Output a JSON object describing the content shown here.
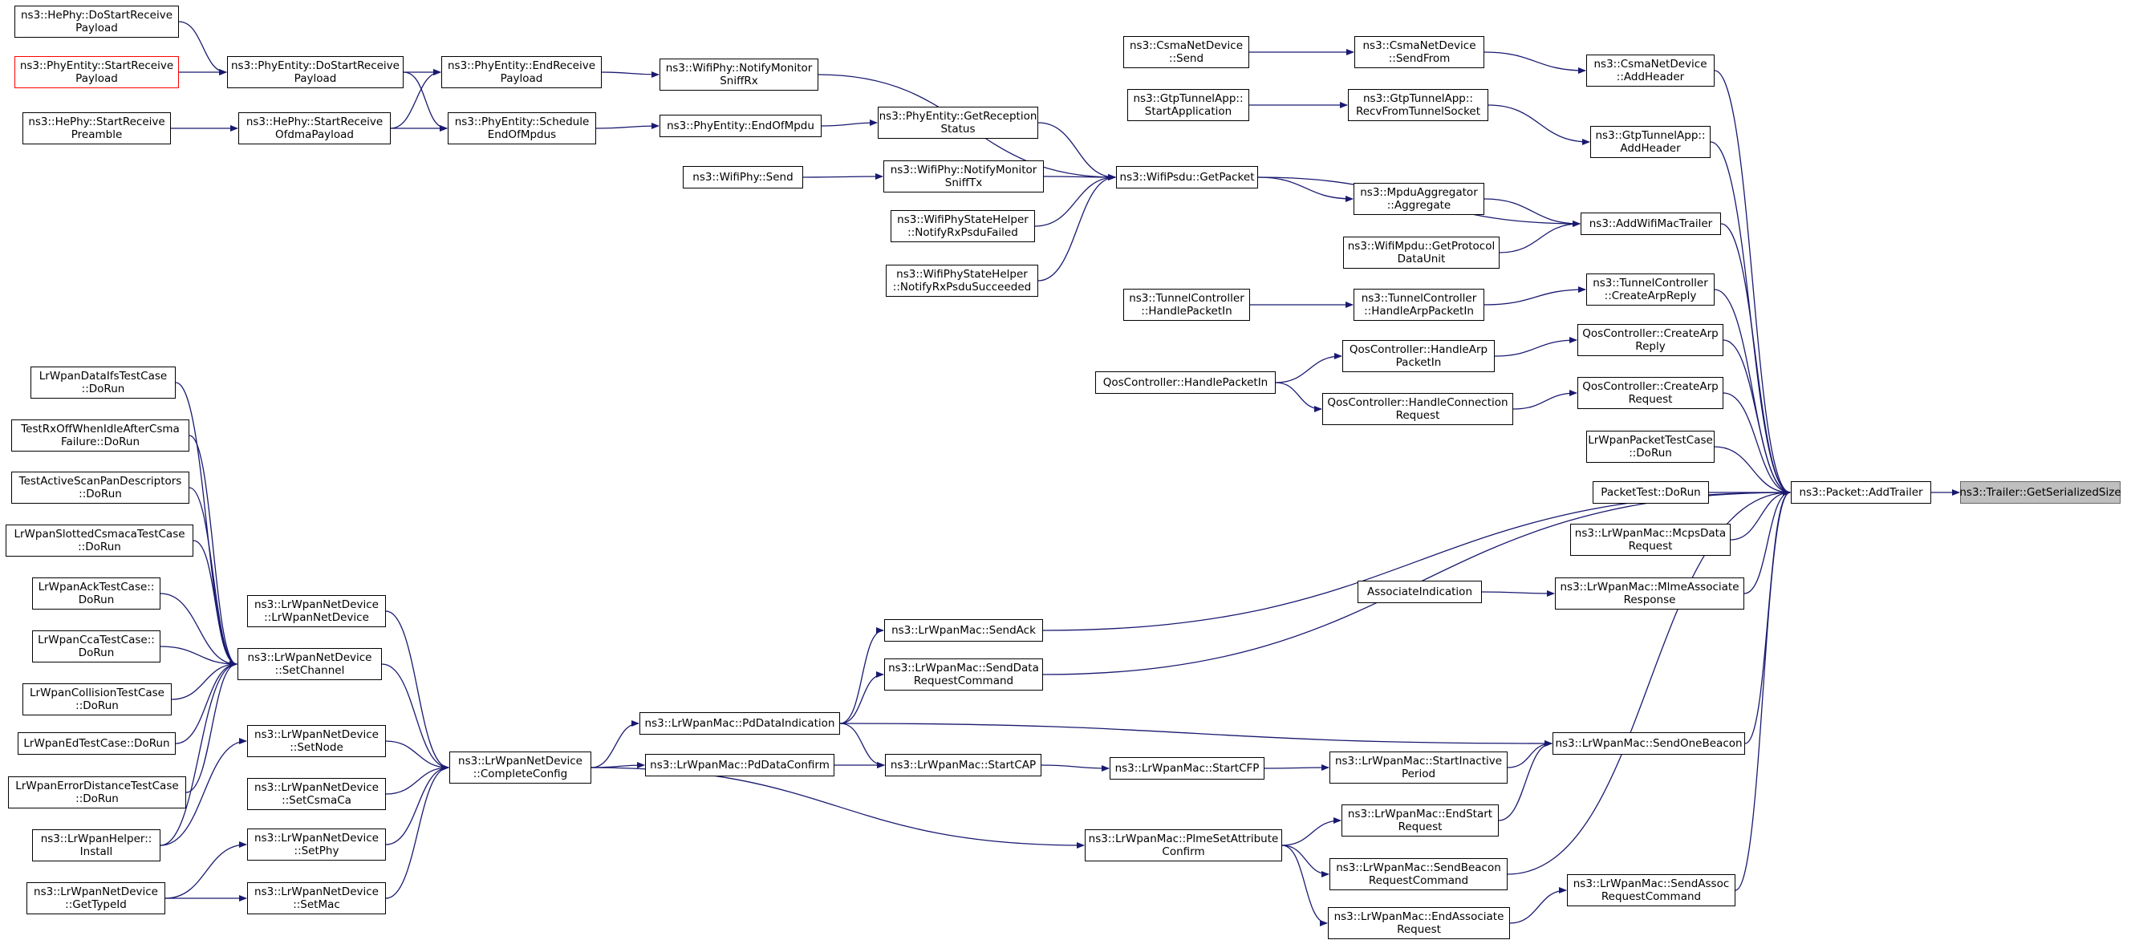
{
  "graph": {
    "title": "",
    "edge_color": "#191970",
    "colors": {
      "node_border": "#000000",
      "root_fill": "#bfbfbf",
      "truncated_border": "#ff0000"
    },
    "nodes": [
      {
        "id": "n1",
        "label": "ns3::HePhy::DoStartReceive\nPayload"
      },
      {
        "id": "n2",
        "label": "ns3::PhyEntity::StartReceive\nPayload",
        "truncated": true
      },
      {
        "id": "n3",
        "label": "ns3::HePhy::StartReceive\nPreamble"
      },
      {
        "id": "n4",
        "label": "ns3::PhyEntity::DoStartReceive\nPayload"
      },
      {
        "id": "n5",
        "label": "ns3::HePhy::StartReceive\nOfdmaPayload"
      },
      {
        "id": "n6",
        "label": "ns3::PhyEntity::EndReceive\nPayload"
      },
      {
        "id": "n7",
        "label": "ns3::PhyEntity::Schedule\nEndOfMpdus"
      },
      {
        "id": "n8",
        "label": "ns3::WifiPhy::NotifyMonitor\nSniffRx"
      },
      {
        "id": "n9",
        "label": "ns3::PhyEntity::EndOfMpdu"
      },
      {
        "id": "n10",
        "label": "ns3::PhyEntity::GetReception\nStatus"
      },
      {
        "id": "n11",
        "label": "ns3::WifiPhy::Send"
      },
      {
        "id": "n12",
        "label": "ns3::WifiPhy::NotifyMonitor\nSniffTx"
      },
      {
        "id": "n13",
        "label": "ns3::WifiPhyStateHelper\n::NotifyRxPsduFailed"
      },
      {
        "id": "n14",
        "label": "ns3::WifiPhyStateHelper\n::NotifyRxPsduSucceeded"
      },
      {
        "id": "n15",
        "label": "ns3::WifiPsdu::GetPacket"
      },
      {
        "id": "n16",
        "label": "ns3::CsmaNetDevice\n::Send"
      },
      {
        "id": "n17",
        "label": "ns3::CsmaNetDevice\n::SendFrom"
      },
      {
        "id": "n18",
        "label": "ns3::CsmaNetDevice\n::AddHeader"
      },
      {
        "id": "n19",
        "label": "ns3::GtpTunnelApp::\nStartApplication"
      },
      {
        "id": "n20",
        "label": "ns3::GtpTunnelApp::\nRecvFromTunnelSocket"
      },
      {
        "id": "n21",
        "label": "ns3::GtpTunnelApp::\nAddHeader"
      },
      {
        "id": "n22",
        "label": "ns3::MpduAggregator\n::Aggregate"
      },
      {
        "id": "n23",
        "label": "ns3::AddWifiMacTrailer"
      },
      {
        "id": "n24",
        "label": "ns3::WifiMpdu::GetProtocol\nDataUnit"
      },
      {
        "id": "n25",
        "label": "ns3::TunnelController\n::HandlePacketIn"
      },
      {
        "id": "n26",
        "label": "ns3::TunnelController\n::HandleArpPacketIn"
      },
      {
        "id": "n27",
        "label": "ns3::TunnelController\n::CreateArpReply"
      },
      {
        "id": "n28",
        "label": "QosController::HandleArp\nPacketIn"
      },
      {
        "id": "n29",
        "label": "QosController::CreateArp\nReply"
      },
      {
        "id": "n30",
        "label": "QosController::HandlePacketIn"
      },
      {
        "id": "n31",
        "label": "QosController::HandleConnection\nRequest"
      },
      {
        "id": "n32",
        "label": "QosController::CreateArp\nRequest"
      },
      {
        "id": "n33",
        "label": "LrWpanPacketTestCase\n::DoRun"
      },
      {
        "id": "n34",
        "label": "PacketTest::DoRun"
      },
      {
        "id": "n35",
        "label": "ns3::Packet::AddTrailer"
      },
      {
        "id": "n36",
        "label": "ns3::Trailer::GetSerializedSize",
        "root": true
      },
      {
        "id": "n37",
        "label": "ns3::LrWpanMac::McpsData\nRequest"
      },
      {
        "id": "n38",
        "label": "AssociateIndication"
      },
      {
        "id": "n39",
        "label": "ns3::LrWpanMac::MlmeAssociate\nResponse"
      },
      {
        "id": "n40",
        "label": "LrWpanDataIfsTestCase\n::DoRun"
      },
      {
        "id": "n41",
        "label": "TestRxOffWhenIdleAfterCsma\nFailure::DoRun"
      },
      {
        "id": "n42",
        "label": "TestActiveScanPanDescriptors\n::DoRun"
      },
      {
        "id": "n43",
        "label": "LrWpanSlottedCsmacaTestCase\n::DoRun"
      },
      {
        "id": "n44",
        "label": "LrWpanAckTestCase::\nDoRun"
      },
      {
        "id": "n45",
        "label": "LrWpanCcaTestCase::\nDoRun"
      },
      {
        "id": "n46",
        "label": "LrWpanCollisionTestCase\n::DoRun"
      },
      {
        "id": "n47",
        "label": "LrWpanEdTestCase::DoRun"
      },
      {
        "id": "n48",
        "label": "LrWpanErrorDistanceTestCase\n::DoRun"
      },
      {
        "id": "n49",
        "label": "ns3::LrWpanHelper::\nInstall"
      },
      {
        "id": "n50",
        "label": "ns3::LrWpanNetDevice\n::GetTypeId"
      },
      {
        "id": "n51",
        "label": "ns3::LrWpanNetDevice\n::LrWpanNetDevice"
      },
      {
        "id": "n52",
        "label": "ns3::LrWpanNetDevice\n::SetChannel"
      },
      {
        "id": "n53",
        "label": "ns3::LrWpanNetDevice\n::SetNode"
      },
      {
        "id": "n54",
        "label": "ns3::LrWpanNetDevice\n::SetCsmaCa"
      },
      {
        "id": "n55",
        "label": "ns3::LrWpanNetDevice\n::SetPhy"
      },
      {
        "id": "n56",
        "label": "ns3::LrWpanNetDevice\n::SetMac"
      },
      {
        "id": "n57",
        "label": "ns3::LrWpanNetDevice\n::CompleteConfig"
      },
      {
        "id": "n58",
        "label": "ns3::LrWpanMac::PdDataIndication"
      },
      {
        "id": "n59",
        "label": "ns3::LrWpanMac::PdDataConfirm"
      },
      {
        "id": "n60",
        "label": "ns3::LrWpanMac::SendAck"
      },
      {
        "id": "n61",
        "label": "ns3::LrWpanMac::SendData\nRequestCommand"
      },
      {
        "id": "n62",
        "label": "ns3::LrWpanMac::StartCAP"
      },
      {
        "id": "n63",
        "label": "ns3::LrWpanMac::StartCFP"
      },
      {
        "id": "n64",
        "label": "ns3::LrWpanMac::StartInactive\nPeriod"
      },
      {
        "id": "n65",
        "label": "ns3::LrWpanMac::SendOneBeacon"
      },
      {
        "id": "n66",
        "label": "ns3::LrWpanMac::PlmeSetAttribute\nConfirm"
      },
      {
        "id": "n67",
        "label": "ns3::LrWpanMac::EndStart\nRequest"
      },
      {
        "id": "n68",
        "label": "ns3::LrWpanMac::SendBeacon\nRequestCommand"
      },
      {
        "id": "n69",
        "label": "ns3::LrWpanMac::EndAssociate\nRequest"
      },
      {
        "id": "n70",
        "label": "ns3::LrWpanMac::SendAssoc\nRequestCommand"
      }
    ],
    "edges": [
      [
        "n1",
        "n4"
      ],
      [
        "n2",
        "n4"
      ],
      [
        "n3",
        "n5"
      ],
      [
        "n4",
        "n6"
      ],
      [
        "n4",
        "n7"
      ],
      [
        "n5",
        "n6"
      ],
      [
        "n5",
        "n7"
      ],
      [
        "n6",
        "n8"
      ],
      [
        "n7",
        "n9"
      ],
      [
        "n8",
        "n15"
      ],
      [
        "n9",
        "n10"
      ],
      [
        "n10",
        "n15"
      ],
      [
        "n11",
        "n12"
      ],
      [
        "n12",
        "n15"
      ],
      [
        "n13",
        "n15"
      ],
      [
        "n14",
        "n15"
      ],
      [
        "n15",
        "n22"
      ],
      [
        "n15",
        "n23"
      ],
      [
        "n16",
        "n17"
      ],
      [
        "n17",
        "n18"
      ],
      [
        "n18",
        "n35"
      ],
      [
        "n19",
        "n20"
      ],
      [
        "n20",
        "n21"
      ],
      [
        "n21",
        "n35"
      ],
      [
        "n22",
        "n23"
      ],
      [
        "n24",
        "n23"
      ],
      [
        "n23",
        "n35"
      ],
      [
        "n25",
        "n26"
      ],
      [
        "n26",
        "n27"
      ],
      [
        "n27",
        "n35"
      ],
      [
        "n30",
        "n28"
      ],
      [
        "n30",
        "n31"
      ],
      [
        "n28",
        "n29"
      ],
      [
        "n29",
        "n35"
      ],
      [
        "n31",
        "n32"
      ],
      [
        "n32",
        "n35"
      ],
      [
        "n33",
        "n35"
      ],
      [
        "n34",
        "n35"
      ],
      [
        "n37",
        "n35"
      ],
      [
        "n38",
        "n39"
      ],
      [
        "n39",
        "n35"
      ],
      [
        "n35",
        "n36"
      ],
      [
        "n40",
        "n52"
      ],
      [
        "n41",
        "n52"
      ],
      [
        "n42",
        "n52"
      ],
      [
        "n43",
        "n52"
      ],
      [
        "n44",
        "n52"
      ],
      [
        "n45",
        "n52"
      ],
      [
        "n46",
        "n52"
      ],
      [
        "n47",
        "n52"
      ],
      [
        "n48",
        "n52"
      ],
      [
        "n49",
        "n52"
      ],
      [
        "n49",
        "n53"
      ],
      [
        "n50",
        "n55"
      ],
      [
        "n50",
        "n56"
      ],
      [
        "n51",
        "n57"
      ],
      [
        "n52",
        "n57"
      ],
      [
        "n53",
        "n57"
      ],
      [
        "n54",
        "n57"
      ],
      [
        "n55",
        "n57"
      ],
      [
        "n56",
        "n57"
      ],
      [
        "n57",
        "n58"
      ],
      [
        "n57",
        "n59"
      ],
      [
        "n57",
        "n66"
      ],
      [
        "n58",
        "n60"
      ],
      [
        "n58",
        "n61"
      ],
      [
        "n58",
        "n62"
      ],
      [
        "n58",
        "n65"
      ],
      [
        "n59",
        "n62"
      ],
      [
        "n60",
        "n35"
      ],
      [
        "n61",
        "n35"
      ],
      [
        "n62",
        "n63"
      ],
      [
        "n63",
        "n64"
      ],
      [
        "n64",
        "n65"
      ],
      [
        "n65",
        "n35"
      ],
      [
        "n66",
        "n67"
      ],
      [
        "n66",
        "n68"
      ],
      [
        "n66",
        "n69"
      ],
      [
        "n67",
        "n65"
      ],
      [
        "n68",
        "n35"
      ],
      [
        "n69",
        "n70"
      ],
      [
        "n70",
        "n35"
      ]
    ]
  }
}
